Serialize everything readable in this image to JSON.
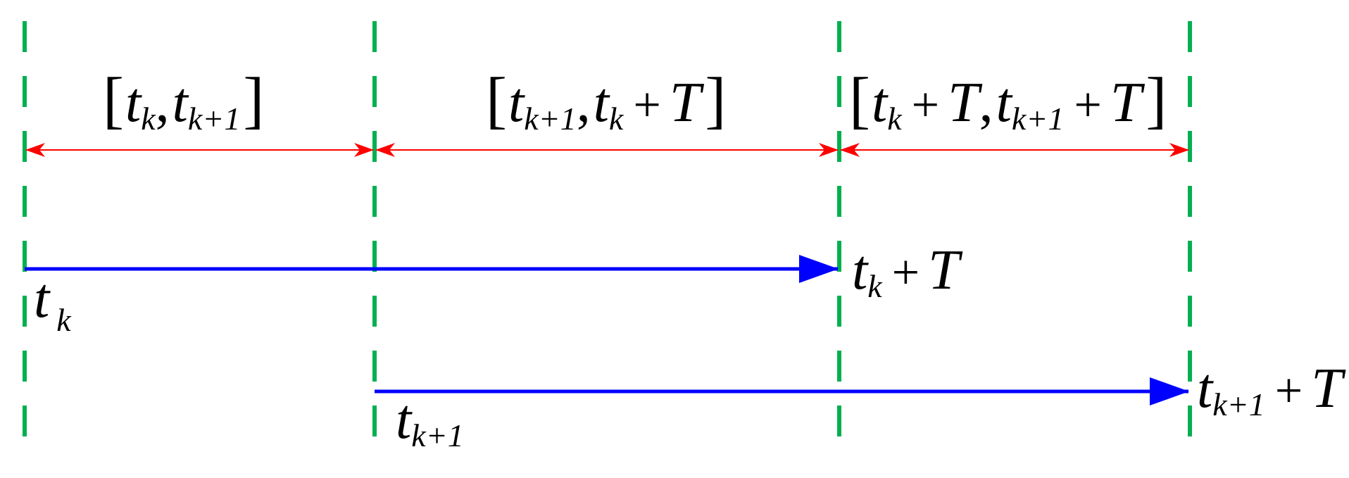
{
  "colors": {
    "guide_line": "#00B050",
    "interval_arrow": "#FF0000",
    "horizon_arrow": "#0000FF",
    "text": "#000000"
  },
  "intervals": [
    {
      "open": "[",
      "a": {
        "base": "t",
        "sub": "k"
      },
      "sep": ",",
      "b": {
        "base": "t",
        "sub": "k+1"
      },
      "close": "]"
    },
    {
      "open": "[",
      "a": {
        "base": "t",
        "sub": "k+1"
      },
      "sep": ",",
      "b": {
        "base": "t",
        "sub": "k"
      },
      "b_suffix": {
        "op": "+",
        "var": "T"
      },
      "close": "]"
    },
    {
      "open": "[",
      "a": {
        "base": "t",
        "sub": "k"
      },
      "a_suffix": {
        "op": "+",
        "var": "T"
      },
      "sep": ",",
      "b": {
        "base": "t",
        "sub": "k+1"
      },
      "b_suffix": {
        "op": "+",
        "var": "T"
      },
      "close": "]"
    }
  ],
  "horizons": [
    {
      "start": {
        "base": "t",
        "sub": "k"
      },
      "end": {
        "base": "t",
        "sub": "k",
        "op": "+",
        "var": "T"
      }
    },
    {
      "start": {
        "base": "t",
        "sub": "k+1"
      },
      "end": {
        "base": "t",
        "sub": "k+1",
        "op": "+",
        "var": "T"
      }
    }
  ]
}
